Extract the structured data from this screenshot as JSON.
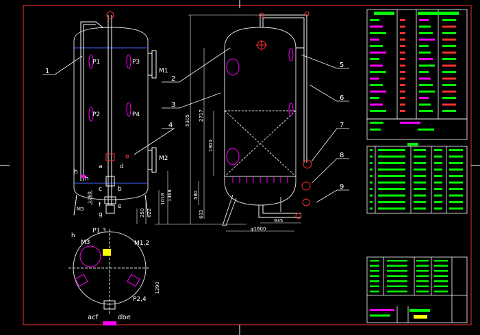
{
  "drawing": {
    "left_view": {
      "nozzle_labels": {
        "p1": "P1",
        "p2": "P2",
        "p3": "P3",
        "p4": "P4",
        "m1": "M1",
        "m2": "M2",
        "m3": "M3"
      },
      "connection_letters": {
        "h_left": "h",
        "h_inner": "h",
        "a": "a",
        "d": "d",
        "c": "c",
        "b": "b",
        "e": "e",
        "g": "g",
        "f": "f"
      },
      "dims": {
        "d1060": "1060",
        "d1018": "1018",
        "d1468": "1468",
        "d622": "622",
        "d250": "250"
      }
    },
    "right_view": {
      "dims": {
        "d2717": "2717",
        "d1800": "1800",
        "d5305": "5305",
        "d603": "603",
        "d580": "580",
        "d935": "935",
        "d1600": "φ1600"
      }
    },
    "plan_view": {
      "labels": {
        "p13": "P1,3",
        "m12": "M1,2",
        "p24": "P2,4",
        "m3": "M3",
        "h": "h",
        "cf": "acf",
        "dbe": "dbe",
        "d1290": "1290"
      }
    },
    "callouts": [
      "1",
      "2",
      "3",
      "4",
      "5",
      "6",
      "7",
      "8",
      "9"
    ]
  },
  "colors": {
    "line": "#ffffff",
    "vessel": "#d4d4d4",
    "nozzle": "#ff3030",
    "accent": "#ff00ff",
    "highlight": "#00ff00",
    "yellow": "#ffff00",
    "dimension": "#00ff00",
    "border": "#ff3030"
  }
}
